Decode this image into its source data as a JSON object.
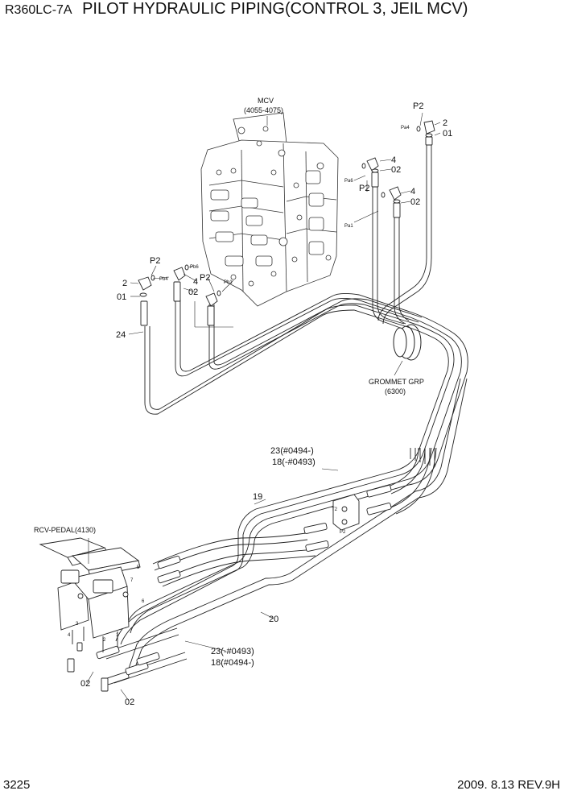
{
  "header": {
    "model": "R360LC-7A",
    "title": "PILOT HYDRAULIC PIPING(CONTROL 3, JEIL MCV)"
  },
  "footer": {
    "page_number": "3225",
    "revision": "2009. 8.13  REV.9H"
  },
  "labels": {
    "mcv": "MCV",
    "mcv_range": "(4055-4075)",
    "grommet": "GROMMET GRP",
    "grommet_code": "(6300)",
    "rcv_pedal": "RCV-PEDAL(4130)",
    "hose_23_upper": "23(#0494-)",
    "hose_18_upper": "18(-#0493)",
    "hose_23_lower": "23(-#0493)",
    "hose_18_lower": "18(#0494-)",
    "part_19": "19",
    "part_20": "20",
    "part_24": "24",
    "p2": "P2",
    "part_2": "2",
    "part_4": "4",
    "part_01": "01",
    "part_02": "02",
    "port_pa4": "Pa4",
    "port_pa6": "Pa6",
    "port_pa1": "Pa1",
    "port_pb4": "Pb4",
    "port_pb6": "Pb6",
    "port_pb1": "Pb1",
    "tag_t2": "T2",
    "tag_p2": "P2",
    "tag_1": "1",
    "tag_2": "2",
    "tag_3": "3",
    "tag_4": "4",
    "tag_7": "7",
    "tag_6": "6",
    "tag_5": "5"
  },
  "colors": {
    "line": "#222222",
    "paper": "#ffffff"
  }
}
